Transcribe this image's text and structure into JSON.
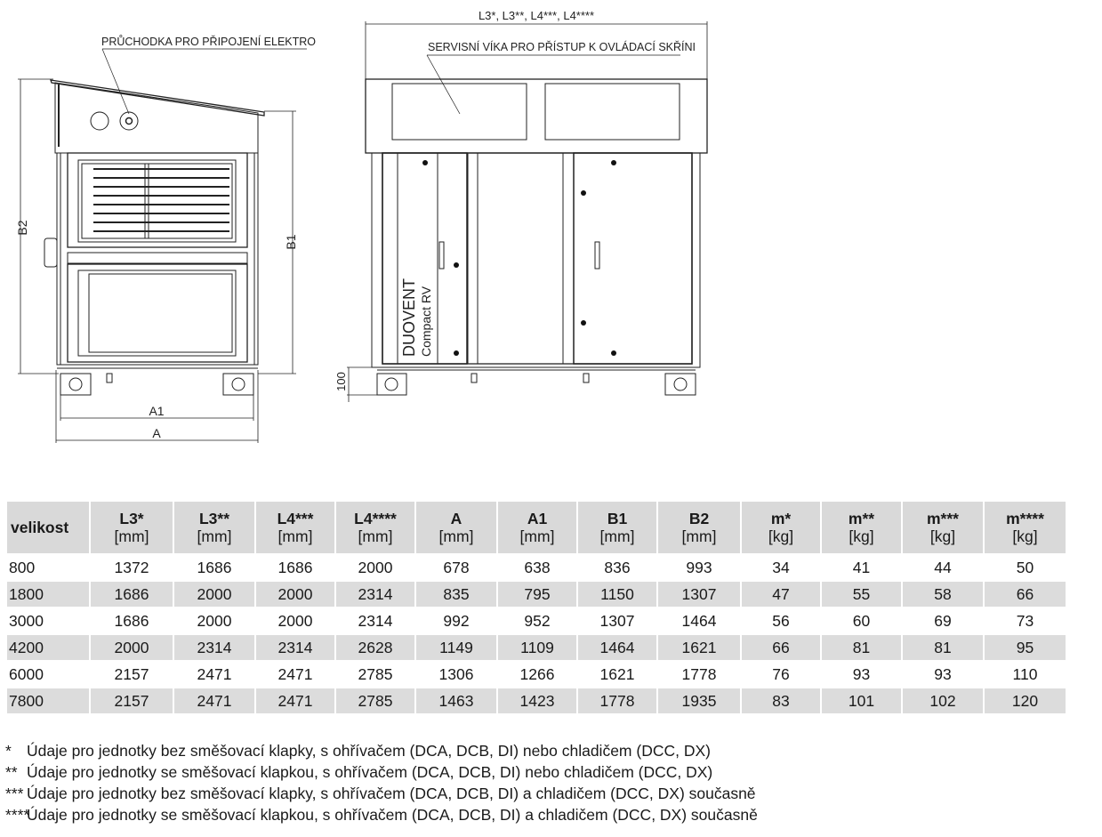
{
  "drawing": {
    "left_view": {
      "callout": "PRŮCHODKA PRO PŘIPOJENÍ ELEKTRO",
      "dim_b2": "B2",
      "dim_b1": "B1",
      "dim_a1": "A1",
      "dim_a": "A"
    },
    "front_view": {
      "dim_length": "L3*, L3**, L4***, L4****",
      "callout": "SERVISNÍ VÍKA PRO PŘÍSTUP K OVLÁDACÍ SKŘÍNI",
      "dim_base": "100",
      "brand_line1": "DUOVENT",
      "brand_line2": "Compact RV"
    }
  },
  "table": {
    "headers": [
      {
        "name": "velikost",
        "unit": ""
      },
      {
        "name": "L3*",
        "unit": "[mm]"
      },
      {
        "name": "L3**",
        "unit": "[mm]"
      },
      {
        "name": "L4***",
        "unit": "[mm]"
      },
      {
        "name": "L4****",
        "unit": "[mm]"
      },
      {
        "name": "A",
        "unit": "[mm]"
      },
      {
        "name": "A1",
        "unit": "[mm]"
      },
      {
        "name": "B1",
        "unit": "[mm]"
      },
      {
        "name": "B2",
        "unit": "[mm]"
      },
      {
        "name": "m*",
        "unit": "[kg]"
      },
      {
        "name": "m**",
        "unit": "[kg]"
      },
      {
        "name": "m***",
        "unit": "[kg]"
      },
      {
        "name": "m****",
        "unit": "[kg]"
      }
    ],
    "rows": [
      [
        "800",
        "1372",
        "1686",
        "1686",
        "2000",
        "678",
        "638",
        "836",
        "993",
        "34",
        "41",
        "44",
        "50"
      ],
      [
        "1800",
        "1686",
        "2000",
        "2000",
        "2314",
        "835",
        "795",
        "1150",
        "1307",
        "47",
        "55",
        "58",
        "66"
      ],
      [
        "3000",
        "1686",
        "2000",
        "2000",
        "2314",
        "992",
        "952",
        "1307",
        "1464",
        "56",
        "60",
        "69",
        "73"
      ],
      [
        "4200",
        "2000",
        "2314",
        "2314",
        "2628",
        "1149",
        "1109",
        "1464",
        "1621",
        "66",
        "81",
        "81",
        "95"
      ],
      [
        "6000",
        "2157",
        "2471",
        "2471",
        "2785",
        "1306",
        "1266",
        "1621",
        "1778",
        "76",
        "93",
        "93",
        "110"
      ],
      [
        "7800",
        "2157",
        "2471",
        "2471",
        "2785",
        "1463",
        "1423",
        "1778",
        "1935",
        "83",
        "101",
        "102",
        "120"
      ]
    ]
  },
  "notes": [
    {
      "mark": "*",
      "text": "Údaje pro jednotky bez směšovací klapky, s ohřívačem (DCA, DCB, DI) nebo chladičem (DCC, DX)"
    },
    {
      "mark": "**",
      "text": "Údaje pro jednotky se směšovací klapkou, s ohřívačem (DCA, DCB, DI) nebo chladičem (DCC, DX)"
    },
    {
      "mark": "***",
      "text": "Údaje pro jednotky bez směšovací klapky, s ohřívačem (DCA, DCB, DI) a chladičem (DCC, DX) současně"
    },
    {
      "mark": "****",
      "text": "Údaje pro jednotky se směšovací klapkou, s ohřívačem (DCA, DCB, DI) a chladičem (DCC, DX) současně"
    }
  ]
}
